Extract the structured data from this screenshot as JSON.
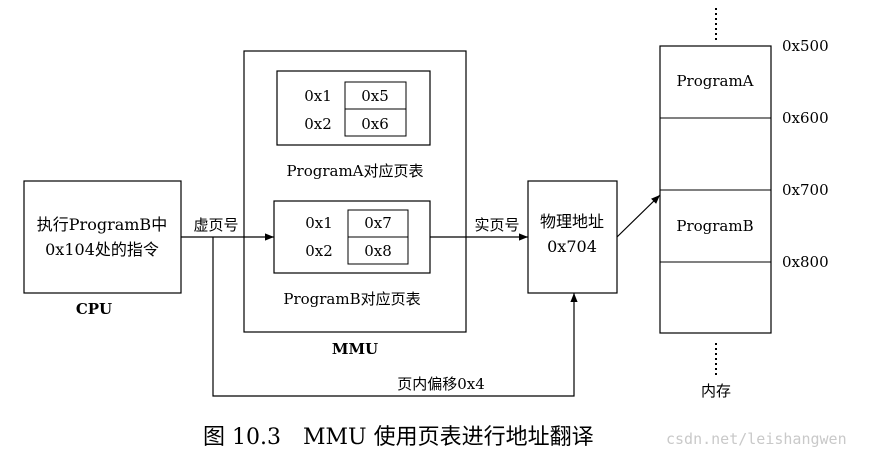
{
  "cpu": {
    "line1": "执行ProgramB中",
    "line2": "0x104处的指令",
    "label": "CPU"
  },
  "mmu": {
    "label": "MMU",
    "tableA": {
      "rows": [
        [
          "0x1",
          "0x5"
        ],
        [
          "0x2",
          "0x6"
        ]
      ],
      "label": "ProgramA对应页表"
    },
    "tableB": {
      "rows": [
        [
          "0x1",
          "0x7"
        ],
        [
          "0x2",
          "0x8"
        ]
      ],
      "label": "ProgramB对应页表"
    }
  },
  "physical": {
    "line1": "物理地址",
    "line2": "0x704"
  },
  "arrows": {
    "virtual_page": "虚页号",
    "real_page": "实页号",
    "offset": "页内偏移0x4"
  },
  "memory": {
    "label": "内存",
    "program_a": "ProgramA",
    "program_b": "ProgramB",
    "addresses": [
      "0x500",
      "0x600",
      "0x700",
      "0x800"
    ]
  },
  "caption": "图 10.3　MMU 使用页表进行地址翻译",
  "watermark": "csdn.net/leishangwen"
}
